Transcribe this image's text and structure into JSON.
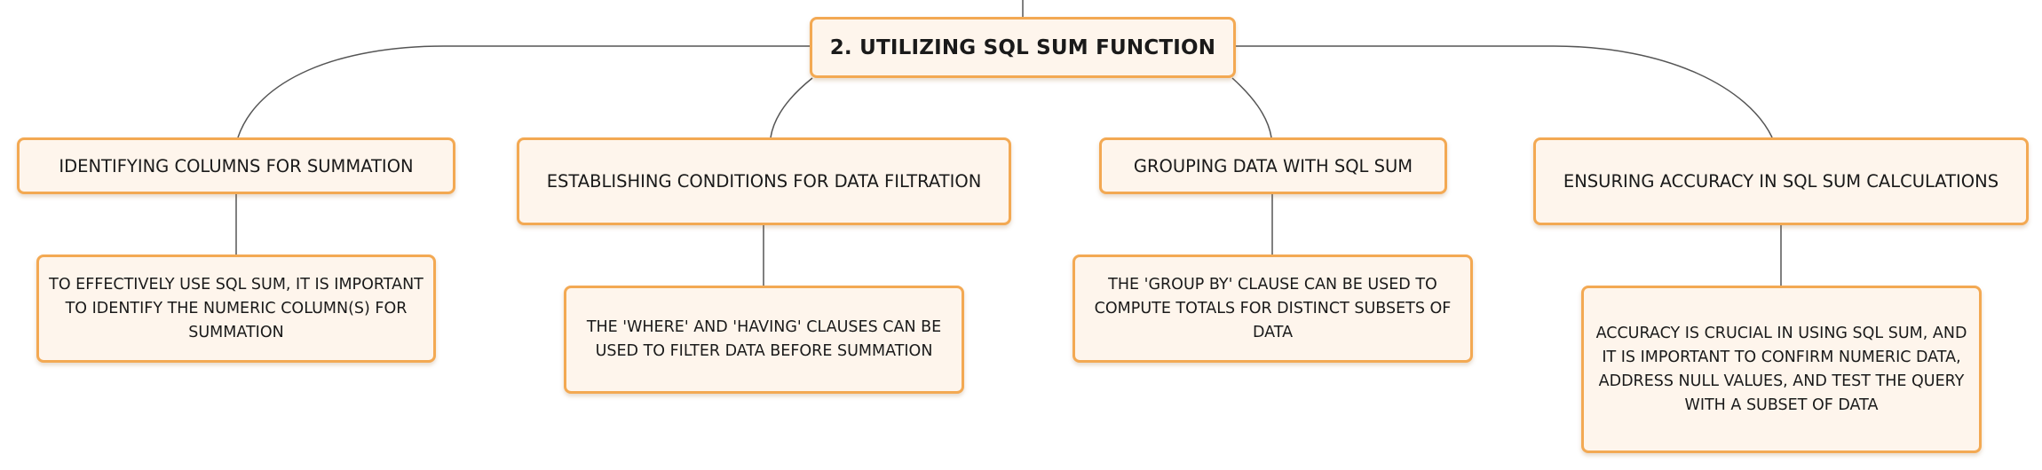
{
  "diagram": {
    "root": {
      "label": "2. UTILIZING SQL SUM FUNCTION"
    },
    "branches": [
      {
        "label": "IDENTIFYING COLUMNS FOR SUMMATION",
        "detail": "TO EFFECTIVELY USE SQL SUM, IT IS IMPORTANT TO IDENTIFY THE NUMERIC COLUMN(S) FOR SUMMATION"
      },
      {
        "label": "ESTABLISHING CONDITIONS FOR DATA FILTRATION",
        "detail": "THE 'WHERE' AND 'HAVING' CLAUSES CAN BE USED TO FILTER DATA BEFORE SUMMATION"
      },
      {
        "label": "GROUPING DATA WITH SQL SUM",
        "detail": "THE 'GROUP BY' CLAUSE CAN BE USED TO COMPUTE TOTALS FOR DISTINCT SUBSETS OF DATA"
      },
      {
        "label": "ENSURING ACCURACY IN SQL SUM CALCULATIONS",
        "detail": "ACCURACY IS CRUCIAL IN USING SQL SUM, AND IT IS IMPORTANT TO CONFIRM NUMERIC DATA, ADDRESS NULL VALUES, AND TEST THE QUERY WITH A SUBSET OF DATA"
      }
    ]
  },
  "colors": {
    "node_fill": "#fef5ec",
    "node_border": "#f3a953",
    "connector": "#555555"
  }
}
